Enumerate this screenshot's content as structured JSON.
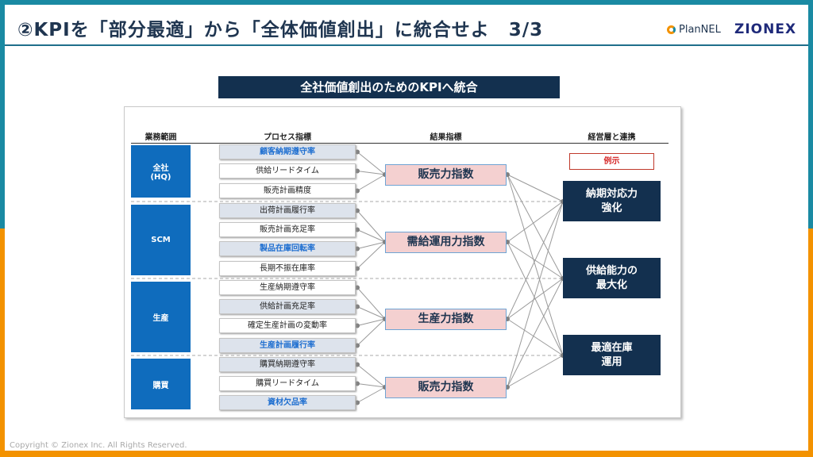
{
  "header": {
    "title": "②KPIを「部分最適」から「全体価値創出」に統合せよ　3/3",
    "logos": [
      "PlanNEL",
      "ZIONEX"
    ]
  },
  "banner": "全社価値創出のためのKPIへ統合",
  "columns": [
    "業務範囲",
    "プロセス指標",
    "結果指標",
    "経営層と連携"
  ],
  "example_label": "例示",
  "categories": [
    {
      "label": "全社\n(HQ)"
    },
    {
      "label": "SCM"
    },
    {
      "label": "生産"
    },
    {
      "label": "購買"
    }
  ],
  "process_kpis": [
    {
      "label": "顧客納期遵守率",
      "highlight": true,
      "emphasis": true
    },
    {
      "label": "供給リードタイム",
      "highlight": false,
      "emphasis": false
    },
    {
      "label": "販売計画精度",
      "highlight": false,
      "emphasis": false
    },
    {
      "label": "出荷計画履行率",
      "highlight": true,
      "emphasis": false
    },
    {
      "label": "販売計画充足率",
      "highlight": false,
      "emphasis": false
    },
    {
      "label": "製品在庫回転率",
      "highlight": true,
      "emphasis": true
    },
    {
      "label": "長期不振在庫率",
      "highlight": false,
      "emphasis": false
    },
    {
      "label": "生産納期遵守率",
      "highlight": false,
      "emphasis": false
    },
    {
      "label": "供給計画充足率",
      "highlight": true,
      "emphasis": false
    },
    {
      "label": "確定生産計画の変動率",
      "highlight": false,
      "emphasis": false
    },
    {
      "label": "生産計画履行率",
      "highlight": true,
      "emphasis": true
    },
    {
      "label": "購買納期遵守率",
      "highlight": true,
      "emphasis": false
    },
    {
      "label": "購買リードタイム",
      "highlight": false,
      "emphasis": false
    },
    {
      "label": "資材欠品率",
      "highlight": true,
      "emphasis": true
    }
  ],
  "result_kpis": [
    {
      "label": "販売力指数"
    },
    {
      "label": "需給運用力指数"
    },
    {
      "label": "生産力指数"
    },
    {
      "label": "販売力指数"
    }
  ],
  "goals": [
    {
      "label": "納期対応力\n強化"
    },
    {
      "label": "供給能力の\n最大化"
    },
    {
      "label": "最適在庫\n運用"
    }
  ],
  "footer": {
    "copyright": "Copyright © Zionex Inc. All Rights Reserved."
  },
  "colors": {
    "teal": "#1a8aa3",
    "orange": "#f39200",
    "navy": "#13304f",
    "category_blue": "#0f6cbd",
    "result_pink": "#f4d0d0",
    "example_red": "#d62b2b"
  }
}
